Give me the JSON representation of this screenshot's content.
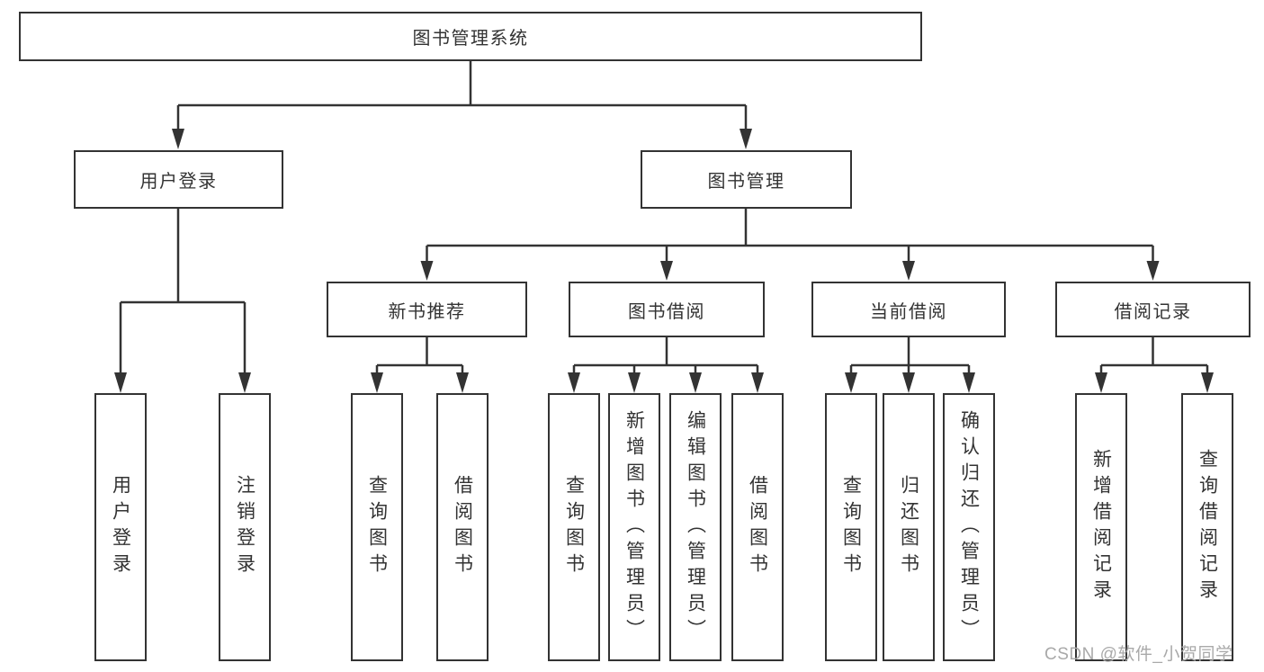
{
  "tree": {
    "label": "图书管理系统",
    "children": [
      {
        "label": "用户登录",
        "children": [
          {
            "label": "用户登录"
          },
          {
            "label": "注销登录"
          }
        ]
      },
      {
        "label": "图书管理",
        "children": [
          {
            "label": "新书推荐",
            "children": [
              {
                "label": "查询图书"
              },
              {
                "label": "借阅图书"
              }
            ]
          },
          {
            "label": "图书借阅",
            "children": [
              {
                "label": "查询图书"
              },
              {
                "label": "新增图书（管理员）"
              },
              {
                "label": "编辑图书（管理员）"
              },
              {
                "label": "借阅图书"
              }
            ]
          },
          {
            "label": "当前借阅",
            "children": [
              {
                "label": "查询图书"
              },
              {
                "label": "归还图书"
              },
              {
                "label": "确认归还（管理员）"
              }
            ]
          },
          {
            "label": "借阅记录",
            "children": [
              {
                "label": "新增借阅记录"
              },
              {
                "label": "查询借阅记录"
              }
            ]
          }
        ]
      }
    ]
  },
  "watermark": {
    "text": "CSDN @软件_小贺同学"
  },
  "colors": {
    "line": "#333333",
    "text": "#333333",
    "background": "#ffffff",
    "watermark": "#a9a9a9"
  }
}
